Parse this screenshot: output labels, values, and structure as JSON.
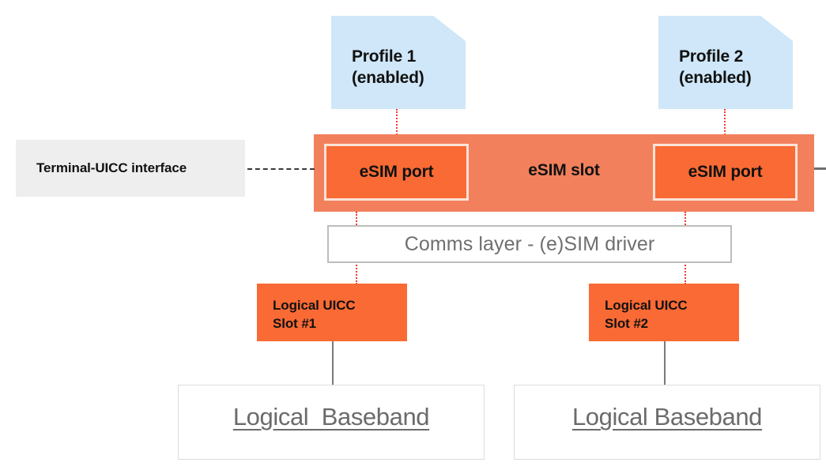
{
  "diagram": {
    "title": "eSIM slot / port architecture",
    "colors": {
      "profile_fill": "#cfe7f8",
      "slot_fill": "#f2805c",
      "port_fill": "#fa6a34",
      "port_border": "#fbe3d8",
      "terminal_fill": "#eeeeee",
      "comms_border": "#bdbdbd",
      "comms_text": "#6f6f6f",
      "baseband_border": "#dcdcdc",
      "baseband_text": "#6b6b6b",
      "dotted_connector": "#ef3c33",
      "dashed_connector": "#3b3b3b",
      "solid_connector": "#7a7a7a"
    },
    "profiles": [
      {
        "line1": "Profile 1",
        "line2": "(enabled)"
      },
      {
        "line1": "Profile 2",
        "line2": "(enabled)"
      }
    ],
    "slot": {
      "label": "eSIM slot",
      "ports": [
        {
          "label": "eSIM port"
        },
        {
          "label": "eSIM port"
        }
      ]
    },
    "terminal_interface": {
      "label": "Terminal-UICC interface"
    },
    "comms_layer": {
      "label": "Comms layer - (e)SIM driver"
    },
    "uicc_slots": [
      {
        "line1": "Logical UICC",
        "line2": "Slot #1"
      },
      {
        "line1": "Logical UICC",
        "line2": "Slot #2"
      }
    ],
    "basebands": [
      {
        "label": "Logical  Baseband"
      },
      {
        "label": "Logical Baseband"
      }
    ]
  }
}
